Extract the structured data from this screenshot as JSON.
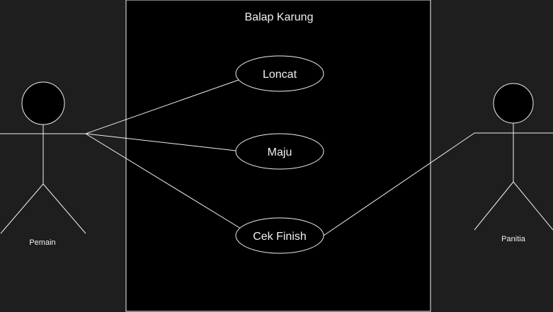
{
  "diagram": {
    "system": {
      "title": "Balap Karung"
    },
    "use_cases": [
      {
        "id": "loncat",
        "label": "Loncat"
      },
      {
        "id": "maju",
        "label": "Maju"
      },
      {
        "id": "cek-finish",
        "label": "Cek Finish"
      }
    ],
    "actors": [
      {
        "id": "pemain",
        "label": "Pemain"
      },
      {
        "id": "panitia",
        "label": "Panitia"
      }
    ],
    "associations": [
      {
        "from": "pemain",
        "to": "loncat"
      },
      {
        "from": "pemain",
        "to": "maju"
      },
      {
        "from": "pemain",
        "to": "cek-finish"
      },
      {
        "from": "panitia",
        "to": "cek-finish"
      }
    ],
    "colors": {
      "background": "#1e1e1e",
      "system_fill": "#000000",
      "stroke": "#f0f0f0",
      "text": "#f0f0f0"
    }
  }
}
